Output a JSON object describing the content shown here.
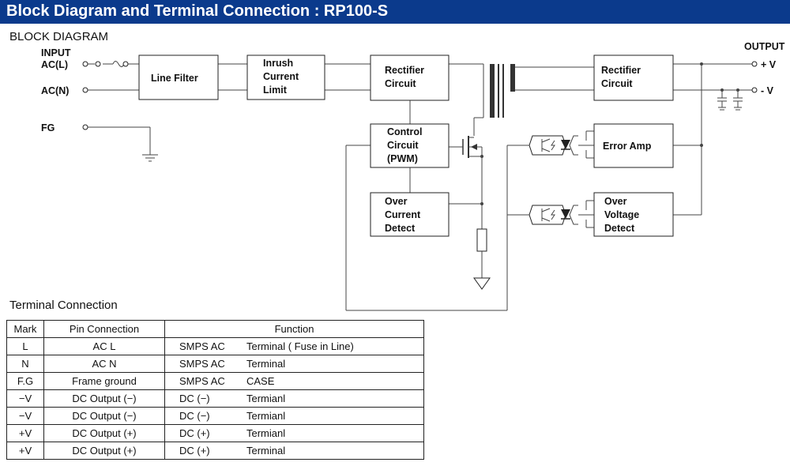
{
  "header": {
    "title": "Block Diagram and Terminal Connection : RP100-S"
  },
  "block_diagram": {
    "title": "BLOCK DIAGRAM",
    "input_label": "INPUT",
    "acl_label": "AC(L)",
    "acn_label": "AC(N)",
    "fg_label": "FG",
    "output_label": "OUTPUT",
    "plus_v_label": "+ V",
    "minus_v_label": "- V",
    "blocks": {
      "line_filter": [
        "Line Filter"
      ],
      "inrush": [
        "Inrush",
        "Current",
        "Limit"
      ],
      "rectifier_primary": [
        "Rectifier",
        "Circuit"
      ],
      "rectifier_secondary": [
        "Rectifier",
        "Circuit"
      ],
      "control": [
        "Control",
        "Circuit",
        "(PWM)"
      ],
      "over_current": [
        "Over",
        "Current",
        "Detect"
      ],
      "error_amp": [
        "Error Amp"
      ],
      "over_voltage": [
        "Over",
        "Voltage",
        "Detect"
      ]
    }
  },
  "terminal": {
    "title": "Terminal Connection",
    "headers": [
      "Mark",
      "Pin Connection",
      "Function"
    ],
    "rows": [
      {
        "mark": "L",
        "pin": "AC L",
        "func_a": "SMPS AC",
        "func_b": "Terminal ( Fuse in Line)"
      },
      {
        "mark": "N",
        "pin": "AC N",
        "func_a": "SMPS AC",
        "func_b": "Terminal"
      },
      {
        "mark": "F.G",
        "pin": "Frame ground",
        "func_a": "SMPS AC",
        "func_b": "CASE"
      },
      {
        "mark": "−V",
        "pin": "DC Output (−)",
        "func_a": "DC (−)",
        "func_b": "Termianl"
      },
      {
        "mark": "−V",
        "pin": "DC Output (−)",
        "func_a": "DC (−)",
        "func_b": "Termianl"
      },
      {
        "mark": "+V",
        "pin": "DC Output (+)",
        "func_a": "DC (+)",
        "func_b": "Termianl"
      },
      {
        "mark": "+V",
        "pin": "DC Output (+)",
        "func_a": "DC (+)",
        "func_b": "Terminal"
      }
    ]
  }
}
